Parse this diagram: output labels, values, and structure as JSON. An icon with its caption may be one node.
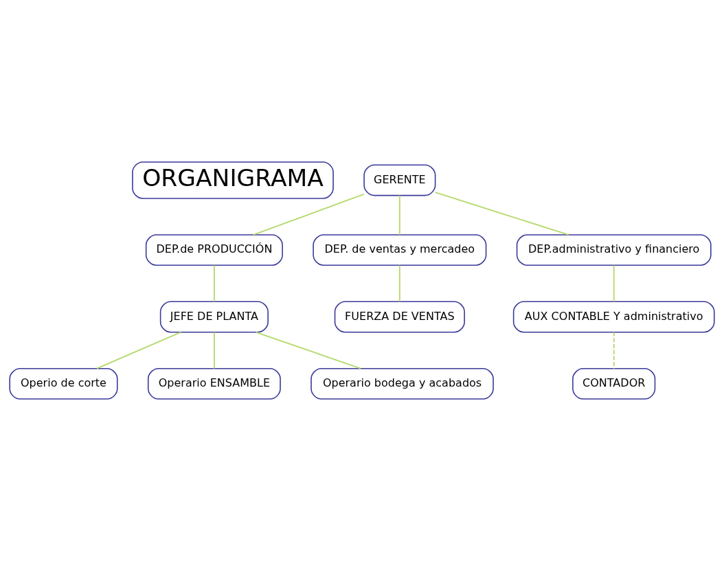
{
  "diagram": {
    "nodes": [
      {
        "text": [
          "ORGANIGRAMA"
        ]
      },
      {
        "text": [
          "GERENTE"
        ]
      },
      {
        "text": [
          "DEP.de PRODUCCIÓN"
        ]
      },
      {
        "text": [
          "DEP. de ventas y mercadeo"
        ]
      },
      {
        "text": [
          "DEP.administrativo y financiero"
        ]
      },
      {
        "text": [
          "JEFE DE PLANTA"
        ]
      },
      {
        "text": [
          "Operio de corte"
        ]
      },
      {
        "text": [
          "Operario ENSAMBLE"
        ]
      },
      {
        "text": [
          "Operario bodega y acabados"
        ]
      },
      {
        "text": [
          "FUERZA DE VENTAS"
        ]
      },
      {
        "text": [
          "AUX CONTABLE Y administrativo"
        ]
      },
      {
        "text": [
          "CONTADOR"
        ]
      }
    ],
    "edges": [
      {
        "from": 1,
        "to": 2,
        "arrow": "none"
      },
      {
        "from": 1,
        "to": 3,
        "arrow": "none"
      },
      {
        "from": 1,
        "to": 4,
        "arrow": "none"
      },
      {
        "from": 2,
        "to": 5,
        "arrow": "none"
      },
      {
        "from": 5,
        "to": 6,
        "arrow": "none"
      },
      {
        "from": 5,
        "to": 7,
        "arrow": "none"
      },
      {
        "from": 5,
        "to": 8,
        "arrow": "none"
      },
      {
        "from": 3,
        "to": 9,
        "arrow": "none"
      },
      {
        "from": 4,
        "to": 10,
        "arrow": "none"
      },
      {
        "from": 10,
        "to": 11,
        "arrow": "none",
        "style": "dashed"
      }
    ]
  }
}
